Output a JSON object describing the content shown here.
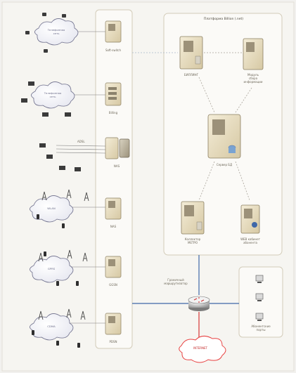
{
  "platform": {
    "title": "Платформа Billion (.net)"
  },
  "left_column": [
    {
      "id": "softswitch",
      "label": "Soft-switch"
    },
    {
      "id": "billing",
      "label": "Billing"
    },
    {
      "id": "nas1",
      "label": "NAS"
    },
    {
      "id": "nas2",
      "label": "NAS"
    },
    {
      "id": "ggsn",
      "label": "GGSN"
    },
    {
      "id": "pdsn",
      "label": "PDSN"
    }
  ],
  "right_servers": [
    {
      "id": "db",
      "label": "БИЛЛИНГ"
    },
    {
      "id": "monitor",
      "label": "Модуль\nсбора\nинформации"
    },
    {
      "id": "core",
      "label": "Сервер БД"
    },
    {
      "id": "collector",
      "label": "Коллектор\nМЕТРО"
    },
    {
      "id": "webcab",
      "label": "WEB кабинет\nабонента"
    }
  ],
  "clouds": [
    {
      "id": "phone1",
      "label": "Телефонная\nсеть"
    },
    {
      "id": "phone2",
      "label": "Телефонная\nсеть"
    },
    {
      "id": "wifi",
      "label": "WLAN"
    },
    {
      "id": "gsm",
      "label": "GPRS"
    },
    {
      "id": "cdma",
      "label": "CDMA"
    }
  ],
  "adsl_label": "ADSL",
  "router_label": "Граничный\nмаршрутизатор",
  "internet_label": "INTERNET",
  "clients_label": "Абонентские\nпорты",
  "colors": {
    "panel": "#fbfaf7",
    "server": "#e8dfc6",
    "line_blue": "#3f67a8",
    "line_red": "#d73535",
    "cloud_red": "#e84040"
  }
}
